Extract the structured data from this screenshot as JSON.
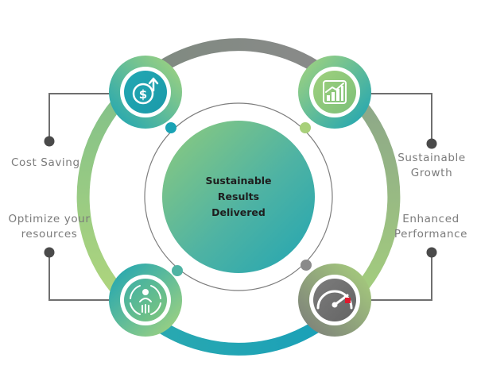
{
  "center": {
    "lines": [
      "Sustainable",
      "Results",
      "Delivered"
    ]
  },
  "labels": {
    "cost_saving": [
      "Cost Saving"
    ],
    "optimize_resources": [
      "Optimize your",
      "resources"
    ],
    "sustainable_growth": [
      "Sustainable",
      "Growth"
    ],
    "enhanced_performance": [
      "Enhanced",
      "Performance"
    ]
  },
  "icons": {
    "top_left": "dollar-growth-icon",
    "top_right": "growth-chart-icon",
    "bottom_left": "resource-cycle-icon",
    "bottom_right": "speedometer-icon"
  },
  "colors": {
    "teal": "#1aa3b5",
    "green": "#a8d07a",
    "gray": "#8a8a8a",
    "text_gray": "#7b7b7b",
    "needle_red": "#e0182d"
  }
}
